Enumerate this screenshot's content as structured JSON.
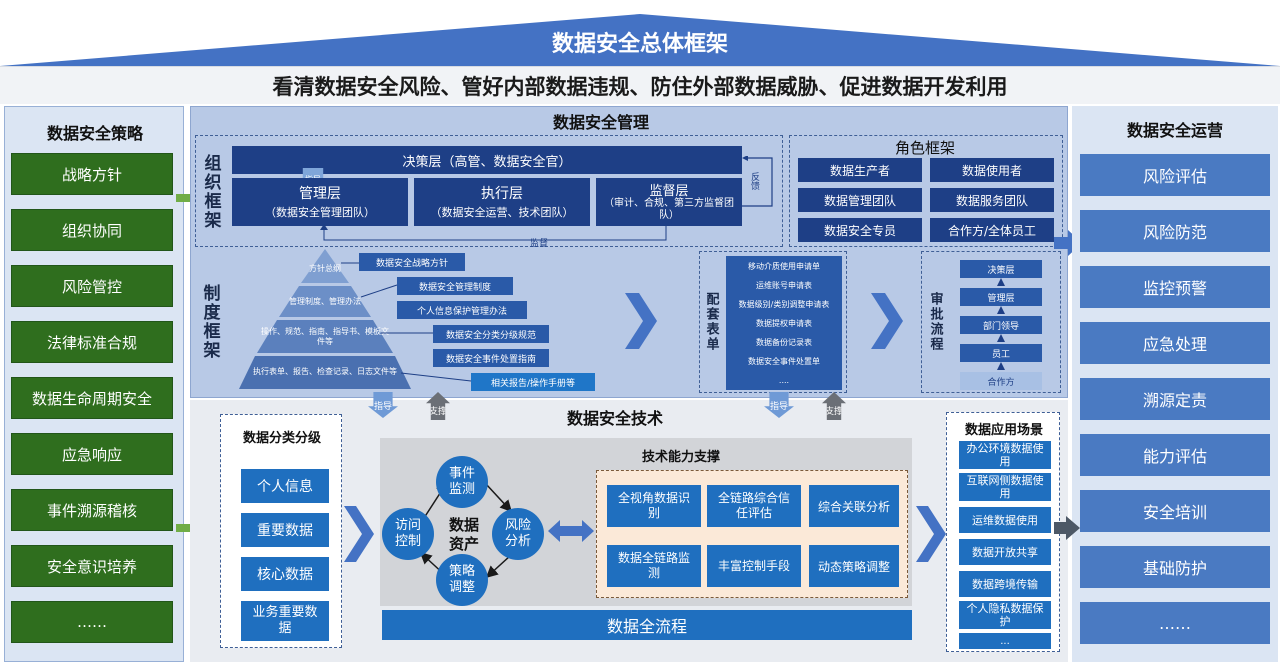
{
  "header": {
    "title": "数据安全总体框架",
    "subtitle": "看清数据安全风险、管好内部数据违规、防住外部数据威胁、促进数据开发利用"
  },
  "strategy": {
    "title": "数据安全策略",
    "items": [
      "战略方针",
      "组织协同",
      "风险管控",
      "法律标准合规",
      "数据生命周期安全",
      "应急响应",
      "事件溯源稽核",
      "安全意识培养",
      "……"
    ]
  },
  "operations": {
    "title": "数据安全运营",
    "items": [
      "风险评估",
      "风险防范",
      "监控预警",
      "应急处理",
      "溯源定责",
      "能力评估",
      "安全培训",
      "基础防护",
      "……"
    ]
  },
  "management": {
    "title": "数据安全管理",
    "org": {
      "label": "组织框架",
      "decision": "决策层（高管、数据安全官）",
      "guide": "指导",
      "feedback": "反馈",
      "supervise": "监督",
      "layers": [
        {
          "name": "管理层",
          "desc": "（数据安全管理团队）"
        },
        {
          "name": "执行层",
          "desc": "（数据安全运营、技术团队）"
        },
        {
          "name": "监督层",
          "desc": "（审计、合规、第三方监督团队）"
        }
      ]
    },
    "roles": {
      "title": "角色框架",
      "items": [
        "数据生产者",
        "数据使用者",
        "数据管理团队",
        "数据服务团队",
        "数据安全专员",
        "合作方/全体员工"
      ]
    },
    "policy": {
      "label": "制度框架",
      "pyramid": [
        "方针总纲",
        "管理制度、管理办法",
        "操作、规范、指南、指导书、模板文件等",
        "执行表单、报告、检查记录、日志文件等"
      ],
      "tags": [
        "数据安全战略方针",
        "数据安全管理制度",
        "个人信息保护管理办法",
        "数据安全分类分级规范",
        "数据安全事件处置指南",
        "相关报告/操作手册等"
      ]
    },
    "forms": {
      "label": "配套表单",
      "items": [
        "移动介质使用申请单",
        "运维账号申请表",
        "数据级别/类别调整申请表",
        "数据提权申请表",
        "数据备份记录表",
        "数据安全事件处置单",
        "...."
      ]
    },
    "approval": {
      "label": "审批流程",
      "steps": [
        "决策层",
        "管理层",
        "部门领导",
        "员工",
        "合作方"
      ]
    }
  },
  "connectors": {
    "guide": "指导",
    "support": "支撑"
  },
  "technology": {
    "title": "数据安全技术",
    "classification": {
      "title": "数据分类分级",
      "items": [
        "个人信息",
        "重要数据",
        "核心数据",
        "业务重要数据"
      ]
    },
    "cycle": {
      "center": "数据资产",
      "nodes": [
        "事件监测",
        "风险分析",
        "策略调整",
        "访问控制"
      ]
    },
    "capability": {
      "title": "技术能力支撑",
      "items": [
        "全视角数据识别",
        "全链路综合信任评估",
        "综合关联分析",
        "数据全链路监测",
        "丰富控制手段",
        "动态策略调整"
      ]
    },
    "flow": "数据全流程",
    "scenarios": {
      "title": "数据应用场景",
      "items": [
        "办公环境数据使用",
        "互联网侧数据使用",
        "运维数据使用",
        "数据开放共享",
        "数据跨境传输",
        "个人隐私数据保护",
        "..."
      ]
    }
  },
  "colors": {
    "roof": "#4472c4",
    "green": "#2f6e1e",
    "blue_item": "#4a7ac2",
    "navy": "#1e3f86",
    "panel": "#dbe5f3"
  }
}
